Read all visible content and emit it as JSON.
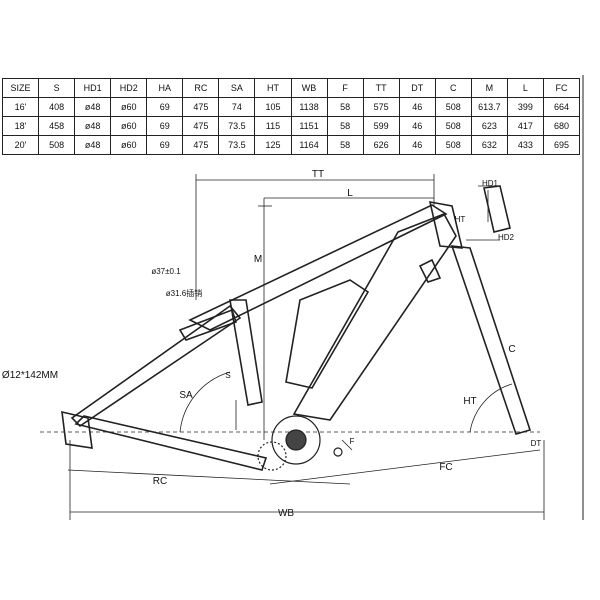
{
  "table": {
    "headers": [
      "SIZE",
      "S",
      "HD1",
      "HD2",
      "HA",
      "RC",
      "SA",
      "HT",
      "WB",
      "F",
      "TT",
      "DT",
      "C",
      "M",
      "L",
      "FC"
    ],
    "rows": [
      [
        "16'",
        "408",
        "ø48",
        "ø60",
        "69",
        "475",
        "74",
        "105",
        "1138",
        "58",
        "575",
        "46",
        "508",
        "613.7",
        "399",
        "664"
      ],
      [
        "18'",
        "458",
        "ø48",
        "ø60",
        "69",
        "475",
        "73.5",
        "115",
        "1151",
        "58",
        "599",
        "46",
        "508",
        "623",
        "417",
        "680"
      ],
      [
        "20'",
        "508",
        "ø48",
        "ø60",
        "69",
        "475",
        "73.5",
        "125",
        "1164",
        "58",
        "626",
        "46",
        "508",
        "632",
        "433",
        "695"
      ]
    ]
  },
  "labels": {
    "tt": "TT",
    "l": "L",
    "m": "M",
    "hd1": "HD1",
    "hd2": "HD2",
    "ht_top": "HT",
    "seatpost": "ø37±0.1",
    "seatclamp": "ø31.6插销",
    "axle": "Ø12*142MM",
    "sa": "SA",
    "s": "S",
    "ha": "HT",
    "c": "C",
    "dt": "DT",
    "f": "F",
    "rc": "RC",
    "fc": "FC",
    "wb": "WB"
  }
}
